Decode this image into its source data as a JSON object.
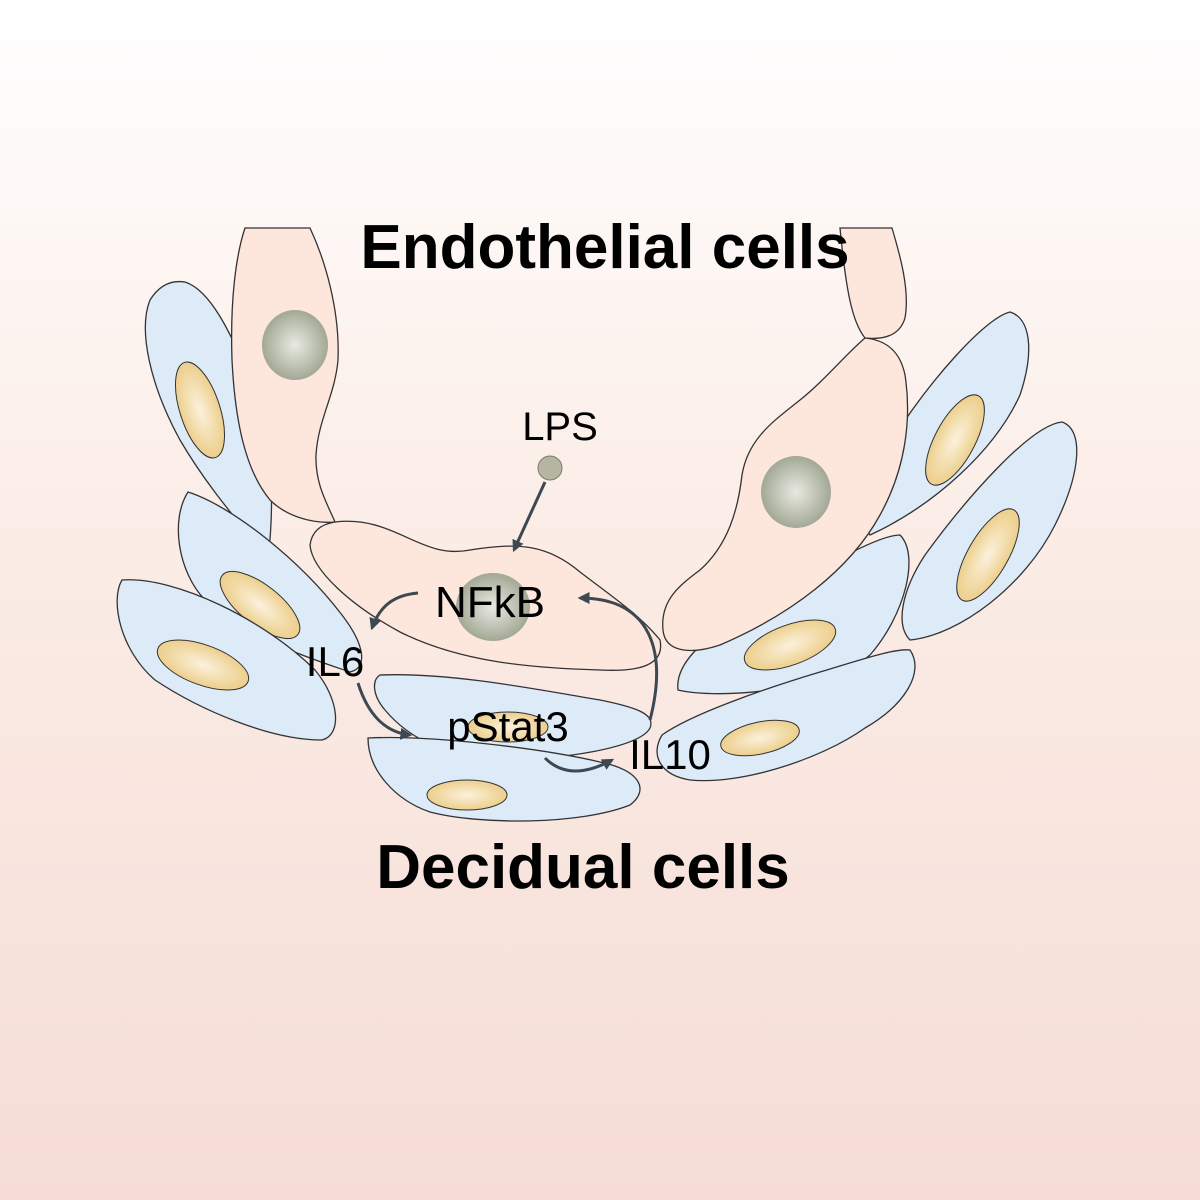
{
  "title_top": "Endothelial cells",
  "title_bottom": "Decidual cells",
  "labels": {
    "lps": "LPS",
    "nfkb": "NFkB",
    "il6": "IL6",
    "pstat3": "pStat3",
    "il10": "IL10"
  },
  "colors": {
    "endothelial_cell": "#fde6dc",
    "decidual_cell": "#ddeaf8",
    "decidual_nucleus": "#f0d79a",
    "endothelial_nucleus": "#a9ad9c",
    "arrow": "#3c4852"
  }
}
